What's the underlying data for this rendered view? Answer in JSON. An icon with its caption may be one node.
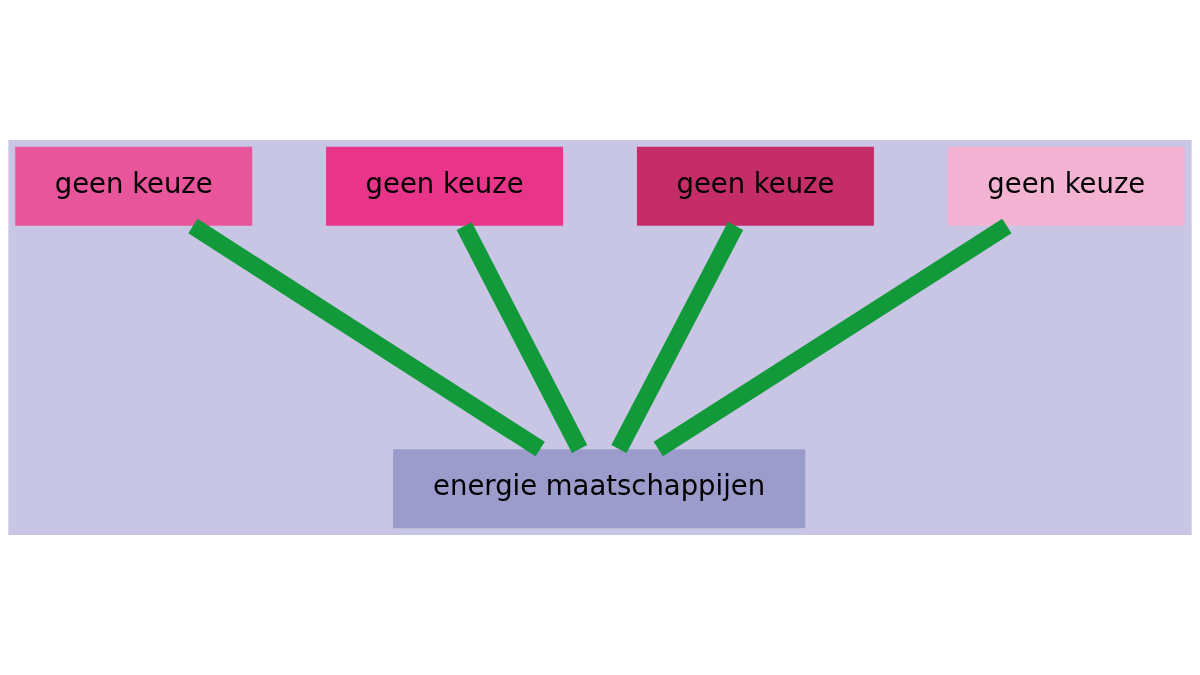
{
  "diagram": {
    "nodes": [
      {
        "text": [
          "geen keuze"
        ]
      },
      {
        "text": [
          "geen keuze"
        ]
      },
      {
        "text": [
          "geen keuze"
        ]
      },
      {
        "text": [
          "geen keuze"
        ]
      },
      {
        "text": [
          "energie maatschappijen"
        ]
      }
    ],
    "edges": [
      {
        "from": 4,
        "to": 0,
        "arrow": "none"
      },
      {
        "from": 4,
        "to": 1,
        "arrow": "none"
      },
      {
        "from": 4,
        "to": 2,
        "arrow": "none"
      },
      {
        "from": 4,
        "to": 3,
        "arrow": "none"
      }
    ]
  }
}
